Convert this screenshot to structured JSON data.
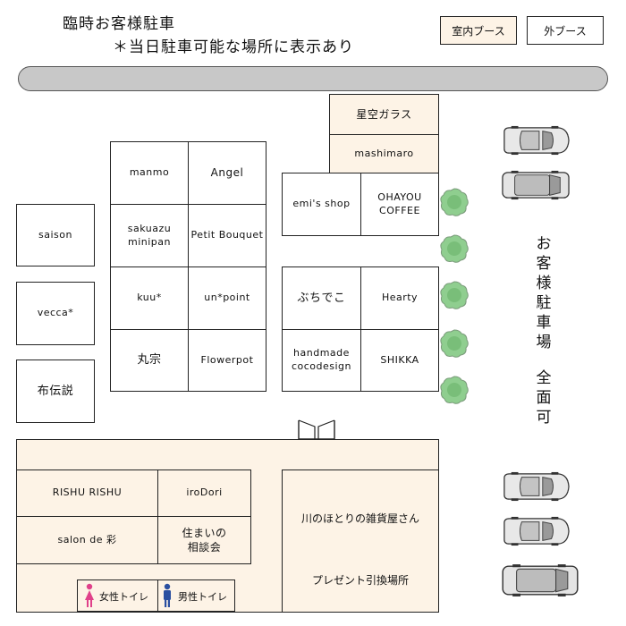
{
  "header": {
    "title": "臨時お客様駐車",
    "subtitle": "＊当日駐車可能な場所に表示あり"
  },
  "legend": {
    "indoor": "室内ブース",
    "outdoor": "外ブース"
  },
  "parking_label": "お客様駐車場　全面可",
  "booths": {
    "hoshizora": "星空ガラス",
    "mashimaro": "mashimaro",
    "manmo": "manmo",
    "angel": "Angel",
    "sakuazu": "sakuazu\nminipan",
    "petit_bouquet": "Petit Bouquet",
    "kuu": "kuu*",
    "unpoint": "un*point",
    "marumune": "丸宗",
    "flowerpot": "Flowerpot",
    "emis_shop": "emi's shop",
    "ohayou": "OHAYOU\nCOFFEE",
    "buchideko": "ぶちでこ",
    "hearty": "Hearty",
    "handmade": "handmade\ncocodesign",
    "shikka": "SHIKKA",
    "saison": "saison",
    "vecca": "vecca*",
    "fudensetsu": "布伝説",
    "rishu": "RISHU RISHU",
    "irodori": "iroDori",
    "salon": "salon de 彩",
    "sumai": "住まいの\n相談会",
    "kawa": "川のほとりの雑貨屋さん",
    "present": "プレゼント引換場所"
  },
  "toilets": {
    "female": "女性トイレ",
    "male": "男性トイレ"
  },
  "colors": {
    "indoor_fill": "#fdf3e6",
    "road": "#c8c8c8",
    "tree": "#7fbf7f",
    "female_icon": "#e0408a",
    "male_icon": "#2a4fa0"
  },
  "icons": [
    "car-icon",
    "tree-icon",
    "door-icon",
    "female-toilet-icon",
    "male-toilet-icon"
  ]
}
